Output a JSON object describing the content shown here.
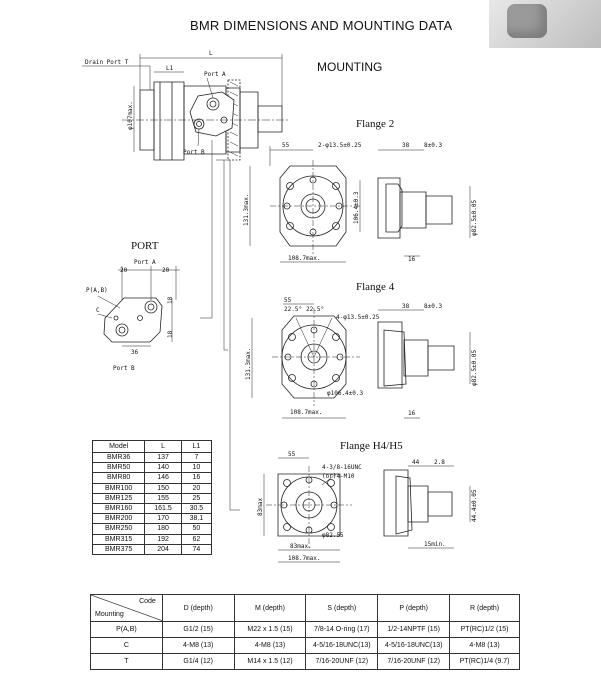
{
  "header": {
    "title": "BMR DIMENSIONS AND MOUNTING DATA"
  },
  "side_view": {
    "drain_port": "Drain Port T",
    "L": "L",
    "L1": "L1",
    "port_a": "Port A",
    "port_b": "Port B",
    "dia": "φ107max."
  },
  "mounting": {
    "heading": "MOUNTING"
  },
  "port_detail": {
    "heading": "PORT",
    "port_a": "Port A",
    "port_b": "Port B",
    "pab": "P(A,B)",
    "c": "C",
    "d20a": "20",
    "d20b": "20",
    "d18a": "18",
    "d18b": "18",
    "d36": "36"
  },
  "flange2": {
    "heading": "Flange  2",
    "d55": "55",
    "holes": "2-φ13.5±0.25",
    "d38": "38",
    "d8": "8±0.3",
    "d131": "131.3max.",
    "d106": "106.4±0.3",
    "d82": "φ82.5±0.05",
    "d108": "108.7max.",
    "d16": "16"
  },
  "flange4": {
    "heading": "Flange  4",
    "d55": "55",
    "ang1": "22.5°",
    "ang2": "22.5°",
    "holes": "4-φ13.5±0.25",
    "d38": "38",
    "d8": "8±0.3",
    "d131": "131.3max.",
    "d106": "φ106.4±0.3",
    "d82": "φ82.5±0.05",
    "d108": "108.7max.",
    "d16": "16"
  },
  "flangeh": {
    "heading": "Flange  H4/H5",
    "d55": "55",
    "thread1": "4-3/8-16UNC",
    "thread2": "(or)4-M10",
    "d44": "44",
    "d28": "2.8",
    "d83": "83max",
    "d44d": "44.4±0.05",
    "d825": "φ82.55",
    "d83b": "83max.",
    "d108": "108.7max.",
    "d15": "15min."
  },
  "model_table": {
    "headers": [
      "Model",
      "L",
      "L1"
    ],
    "rows": [
      [
        "BMR36",
        "137",
        "7"
      ],
      [
        "BMR50",
        "140",
        "10"
      ],
      [
        "BMR80",
        "146",
        "16"
      ],
      [
        "BMR100",
        "150",
        "20"
      ],
      [
        "BMR125",
        "155",
        "25"
      ],
      [
        "BMR160",
        "161.5",
        "30.5"
      ],
      [
        "BMR200",
        "170",
        "38.1"
      ],
      [
        "BMR250",
        "180",
        "50"
      ],
      [
        "BMR315",
        "192",
        "62"
      ],
      [
        "BMR375",
        "204",
        "74"
      ]
    ]
  },
  "code_table": {
    "corner_code": "Code",
    "corner_mounting": "Mounting",
    "headers": [
      "D (depth)",
      "M (depth)",
      "S (depth)",
      "P (depth)",
      "R (depth)"
    ],
    "rows": [
      [
        "P(A,B)",
        "G1/2  (15)",
        "M22 x 1.5  (15)",
        "7/8-14  O-ring (17)",
        "1/2-14NPTF (15)",
        "PT(RC)1/2  (15)"
      ],
      [
        "C",
        "4-M8  (13)",
        "4-M8  (13)",
        "4-5/16-18UNC(13)",
        "4-5/16-18UNC(13)",
        "4-M8  (13)"
      ],
      [
        "T",
        "G1/4  (12)",
        "M14 x 1.5 (12)",
        "7/16-20UNF  (12)",
        "7/16-20UNF  (12)",
        "PT(RC)1/4    (9.7)"
      ]
    ]
  }
}
